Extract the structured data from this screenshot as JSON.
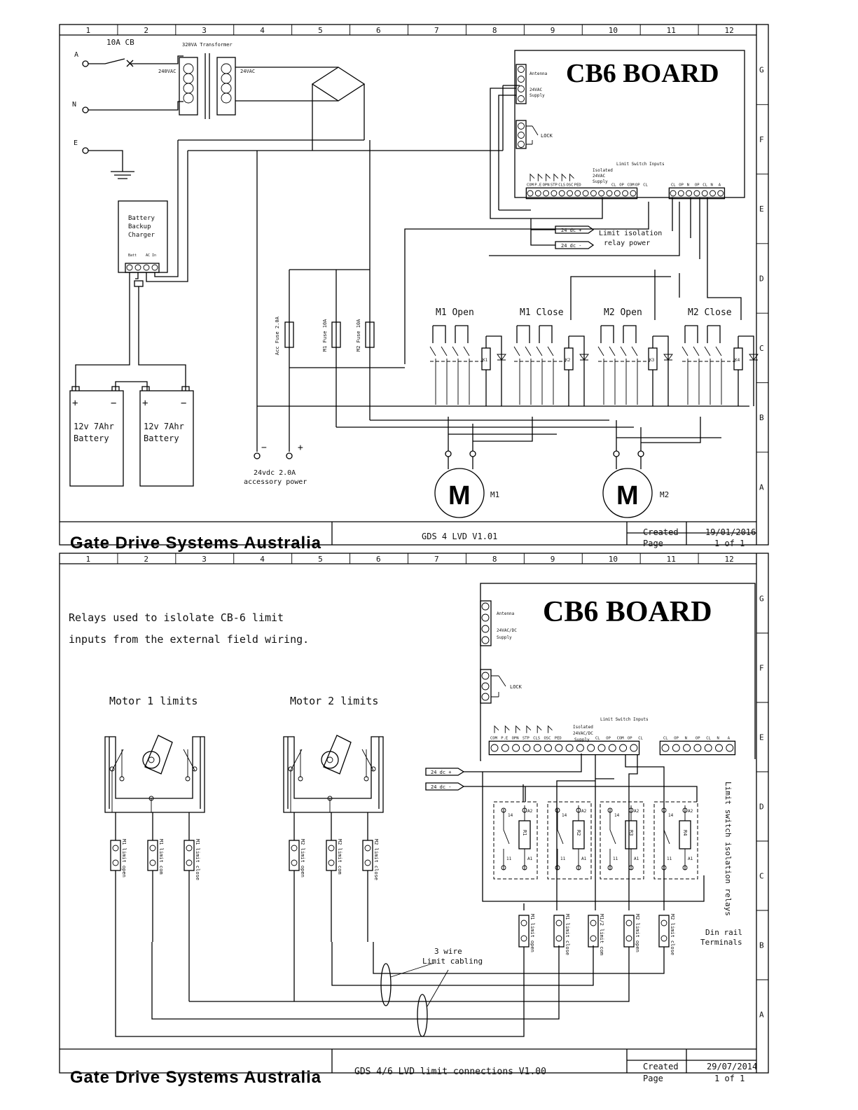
{
  "grid": {
    "columns": [
      "1",
      "2",
      "3",
      "4",
      "5",
      "6",
      "7",
      "8",
      "9",
      "10",
      "11",
      "12"
    ],
    "rows": [
      "G",
      "F",
      "E",
      "D",
      "C",
      "B",
      "A"
    ]
  },
  "sheet1": {
    "board_title": "CB6 BOARD",
    "breaker": "10A CB",
    "transformer": "320VA Transformer",
    "primary_voltage": "240VAC",
    "secondary_voltage": "24VAC",
    "terminals": {
      "active": "A",
      "neutral": "N",
      "earth": "E"
    },
    "charger": [
      "Battery",
      "Backup",
      "Charger"
    ],
    "charger_terms": [
      "Batt",
      "AC In"
    ],
    "battery1": [
      "12v 7Ahr",
      "Battery"
    ],
    "battery2": [
      "12v 7Ahr",
      "Battery"
    ],
    "fuses": [
      "Acc Fuse 2.0A",
      "M1 Fuse 10A",
      "M2 Fuse 10A"
    ],
    "accessory": [
      "24vdc 2.0A",
      "accessory power"
    ],
    "relay_groups": [
      "M1 Open",
      "M1 Close",
      "M2 Open",
      "M2 Close"
    ],
    "relays": [
      "K1",
      "K2",
      "K3",
      "K4"
    ],
    "motors": [
      "M1",
      "M2"
    ],
    "motor_glyph": "M",
    "board_inputs": {
      "antenna": "Antenna",
      "supply": [
        "24VAC",
        "Supply"
      ],
      "lock": "LOCK"
    },
    "board_terms": [
      "COM",
      "P.E",
      "OPN",
      "STP",
      "CLS",
      "OSC",
      "PED"
    ],
    "isolated": [
      "Isolated",
      "24VAC",
      "Supply"
    ],
    "limit_title": "Limit Switch Inputs",
    "limit_terms": [
      "CL",
      "OP",
      "COM",
      "OP",
      "CL"
    ],
    "motor_terms": [
      "CL",
      "OP",
      "N",
      "OP",
      "CL",
      "N",
      "A"
    ],
    "dc_tags": [
      "24 dc +",
      "24 dc -"
    ],
    "relay_power": [
      "Limit isolation",
      "relay power"
    ],
    "company": "Gate Drive Systems Australia",
    "drawing": "GDS 4 LVD V1.01",
    "created_label": "Created",
    "created": "19/01/2016",
    "page_label": "Page",
    "page": "1 of 1"
  },
  "sheet2": {
    "board_title": "CB6 BOARD",
    "note": [
      "Relays used to islolate CB-6 limit",
      "inputs from the external field wiring."
    ],
    "motor1_limits": "Motor 1 limits",
    "motor2_limits": "Motor 2 limits",
    "m1_terms": [
      "M1 limit open",
      "M1 limit com",
      "M1 limit close"
    ],
    "m2_terms": [
      "M2 limit open",
      "M2 limit com",
      "M2 limit close"
    ],
    "din_terms": [
      "M1 limit open",
      "M1 limit close",
      "M1/2 limit com",
      "M2 limit open",
      "M2 limit close"
    ],
    "relays": [
      "R1",
      "R2",
      "R3",
      "R4"
    ],
    "relay_pins": [
      "14",
      "A2",
      "11",
      "A1"
    ],
    "board_inputs": {
      "antenna": "Antenna",
      "supply": [
        "24VAC/DC",
        "Supply"
      ],
      "lock": "LOCK"
    },
    "board_terms": [
      "COM",
      "P.E",
      "OPN",
      "STP",
      "CLS",
      "OSC",
      "PED"
    ],
    "isolated": [
      "Isolated",
      "24VAC/DC",
      "Supply"
    ],
    "limit_title": "Limit Switch Inputs",
    "limit_terms": [
      "CL",
      "OP",
      "COM",
      "OP",
      "CL"
    ],
    "motor_terms": [
      "CL",
      "OP",
      "N",
      "OP",
      "CL",
      "N",
      "A"
    ],
    "dc_tags": [
      "24 dc +",
      "24 dc -"
    ],
    "relays_label": "Limit switch isolation relays",
    "din": [
      "Din rail",
      "Terminals"
    ],
    "cabling": [
      "3 wire",
      "Limit cabling"
    ],
    "company": "Gate Drive Systems Australia",
    "drawing": "GDS 4/6 LVD limit connections  V1.00",
    "created_label": "Created",
    "created": "29/07/2014",
    "page_label": "Page",
    "page": "1 of 1"
  }
}
